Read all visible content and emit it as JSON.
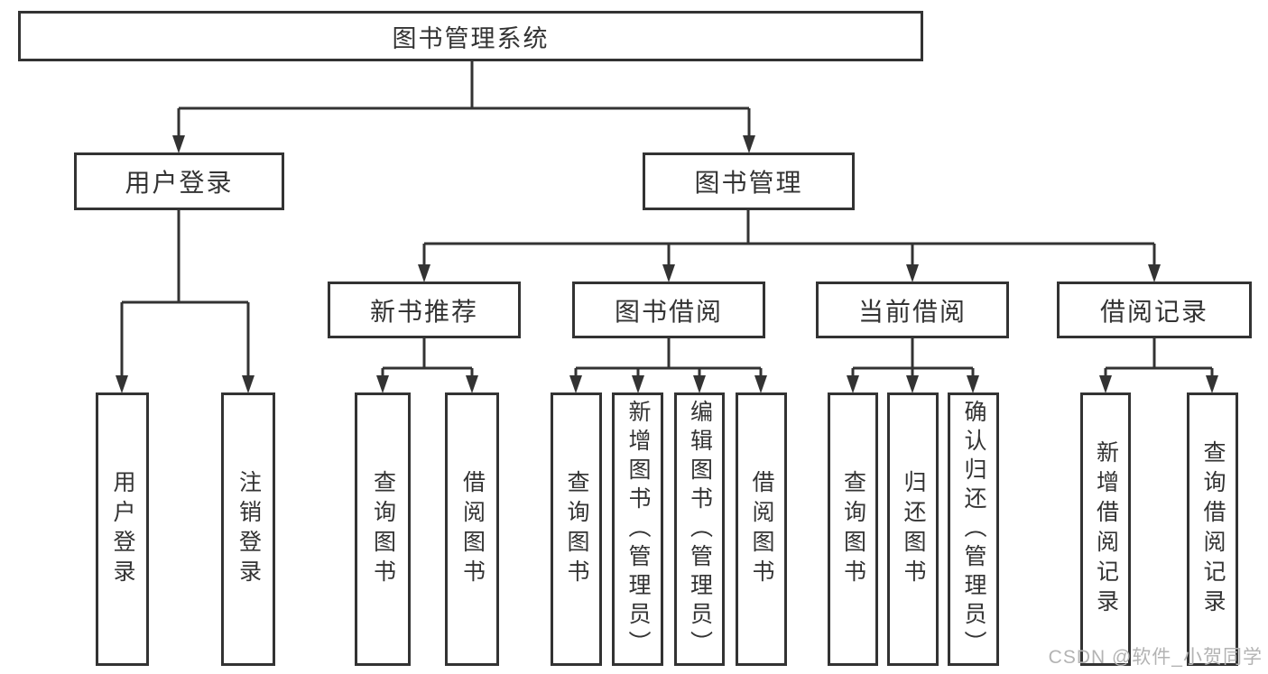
{
  "diagram": {
    "root": "图书管理系统",
    "level1": {
      "user_login": "用户登录",
      "book_management": "图书管理"
    },
    "level2": {
      "new_book_recommend": "新书推荐",
      "book_borrow": "图书借阅",
      "current_borrow": "当前借阅",
      "borrow_records": "借阅记录"
    },
    "children": {
      "user_login": [
        "用户登录",
        "注销登录"
      ],
      "new_book_recommend": [
        "查询图书",
        "借阅图书"
      ],
      "book_borrow": [
        "查询图书",
        "新增图书（管理员）",
        "编辑图书（管理员）",
        "借阅图书"
      ],
      "current_borrow": [
        "查询图书",
        "归还图书",
        "确认归还（管理员）"
      ],
      "borrow_records": [
        "新增借阅记录",
        "查询借阅记录"
      ]
    }
  },
  "watermark": "CSDN @软件_小贺同学",
  "colors": {
    "line": "#333333",
    "border": "#333333",
    "text": "#333333",
    "watermark": "#b3b3b3",
    "background": "#ffffff"
  }
}
